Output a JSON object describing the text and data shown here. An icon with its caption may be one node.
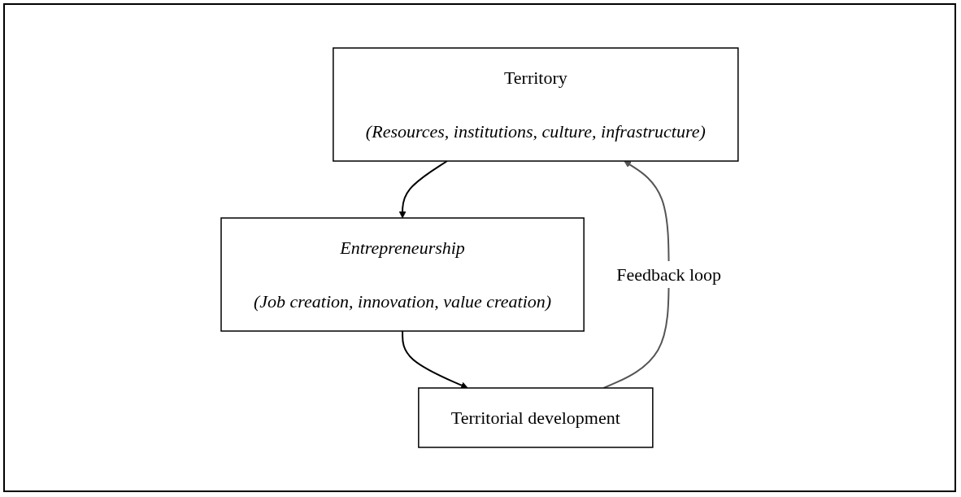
{
  "diagram": {
    "nodes": [
      {
        "text": [
          "Territory",
          "(Resources, institutions, culture, infrastructure)"
        ]
      },
      {
        "text": [
          "Entrepreneurship",
          "(Job creation, innovation, value creation)"
        ]
      },
      {
        "text": [
          "Territorial development"
        ]
      }
    ],
    "edges": [
      {
        "from": 0,
        "to": 1,
        "arrow": "to"
      },
      {
        "from": 1,
        "to": 2,
        "arrow": "to"
      },
      {
        "from": 2,
        "to": 0,
        "arrow": "to",
        "label": "Feedback loop",
        "color": "#555555"
      }
    ]
  }
}
